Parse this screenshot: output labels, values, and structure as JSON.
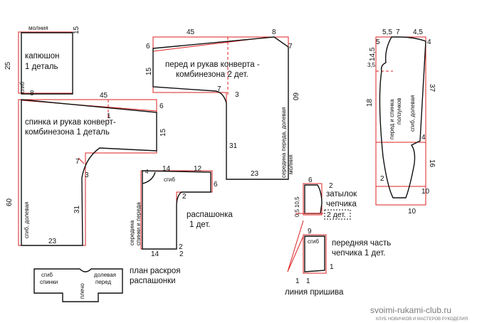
{
  "hood": {
    "zip": "молния",
    "n15": "15",
    "n25": "25",
    "fold": "сгиб",
    "n8": "8",
    "title1": "капюшон",
    "title2": "1 деталь"
  },
  "back": {
    "n45": "45",
    "n1": "1",
    "n6": "6",
    "n15": "15",
    "n7": "7",
    "n3": "3",
    "n60": "60",
    "n31": "31",
    "n23": "23",
    "fold": "сгиб, долевая",
    "title1": "спинка и рукав конверт-",
    "title2": "комбинезона 1 деталь"
  },
  "front": {
    "n45": "45",
    "n8": "8",
    "n6": "6",
    "n7a": "7",
    "n15": "15",
    "n7b": "7",
    "n3": "3",
    "n60": "60",
    "n31": "31",
    "n23": "23",
    "zip": "молния",
    "side1": "середина переда, долевая",
    "title1": "перед и рукав конверта -",
    "title2": "комбинезона 2 дет."
  },
  "shirt": {
    "n14a": "14",
    "n12": "12",
    "n4": "4",
    "fold": "сгиб",
    "n6": "6",
    "n2a": "2",
    "n2b": "2",
    "n14b": "14",
    "n2c": "2",
    "side1": "середина",
    "side2": "спинки и переда",
    "title1": "распашонка",
    "title2": "1 дет."
  },
  "plan": {
    "l1": "сгиб",
    "l2": "спинки",
    "l3": "долевая",
    "l4": "перед",
    "l5": "плечо",
    "title1": "план раскроя",
    "title2": "распашонки"
  },
  "cap_back": {
    "n6": "6",
    "n2": "2",
    "n105": "10,5",
    "n05": "0,5",
    "title1": "затылок",
    "title2": "чепчика",
    "count": "2 дет."
  },
  "cap_front": {
    "n9": "9",
    "fold": "сгиб",
    "n1a": "1",
    "n1b": "1",
    "n1c": "1",
    "title1": "передняя часть",
    "title2": "чепчика 1 дет.",
    "line": "линия пришива"
  },
  "pants": {
    "n55": "5,5",
    "n7": "7",
    "n45": "4,5",
    "n145": "14,5",
    "n5": "5",
    "n35": "3,5",
    "n4": "4",
    "n18": "18",
    "n37": "37",
    "n4b": "4",
    "n16": "16",
    "n2": "2",
    "n10": "10",
    "n10b": "10",
    "side1": "перед и спинка",
    "side2": "ползунков",
    "side3": "сгиб, долевая"
  },
  "watermark": {
    "line1": "svoimi-rukami-club.ru",
    "line2": "КЛУБ НОВИЧКОВ И МАСТЕРОВ РУКОДЕЛИЯ"
  }
}
